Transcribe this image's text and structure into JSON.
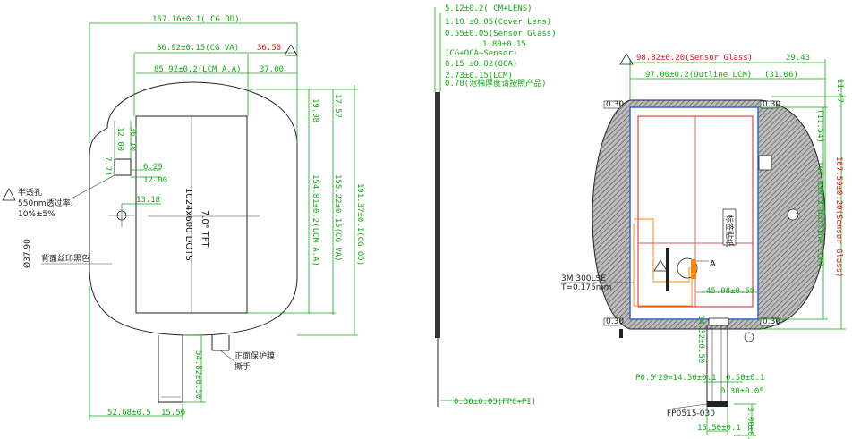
{
  "colors": {
    "dimension": "#11aa11",
    "highlight": "#dd1111",
    "outline": "#222222",
    "hatch": "#888888",
    "blue_frame": "#3366cc",
    "red_frame": "#dd2222",
    "orange_fpc": "#ff8800"
  },
  "front_view": {
    "cg_od_width": "157.16±0.1( CG OD)",
    "cg_va_width": "86.92±0.15(CG VA)",
    "cg_va_offset": "36.50",
    "lcm_aa_width": "85.92±0.2(LCM A.A)",
    "lcm_aa_offset": "37.00",
    "top_offset_1": "19.08",
    "top_offset_2": "17.57",
    "lcm_aa_height": "154.81±0.2(LCM A.A)",
    "cg_va_height": "155.22±0.15(CG VA)",
    "cg_od_height": "191.37±0.1(CG OD)",
    "dim_12_00_v": "12.00",
    "dim_36_10": "36.10",
    "dim_7_71": "7.71",
    "dim_6_29": "6.29",
    "dim_12_00_h": "12.00",
    "dim_13_18": "13.18",
    "hole_note_title": "半透孔",
    "hole_note_wave": "550nm透过率:",
    "hole_note_rate": "10%±5%",
    "panel_name": "7.0\" TFT",
    "panel_res": "1024x600 DOTS",
    "ring_dim": "Ø37.90",
    "back_label": "背面丝印黑色",
    "film_label_1": "正面保护膜",
    "film_label_2": "撕手",
    "fpc_length": "54.82±0.50",
    "fpc_offset": "52.68±0.5",
    "fpc_width": "15.50"
  },
  "side_view": {
    "lens": "5.12±0.2( CM+LENS)",
    "cover": "1.10 ±0.05(Cover Lens)",
    "sensor": "0.55±0.05(Sensor Glass)",
    "total": "1.80±0.15",
    "total_note": "(CG+OCA+Sensor)",
    "oca": "0.15 ±0.02(OCA)",
    "lcm": "2.73±0.15(LCM)",
    "foam": "0.70(泡棉厚度请按照产品)",
    "fpc": "0.30±0.03(FPC+PI)"
  },
  "back_view": {
    "sensor_width": "98.82±0.20(Sensor Glass)",
    "right_offset": "29.43",
    "outline_width": "97.00±0.2(Outline LCM)",
    "outline_right": "(31.06)",
    "top_right": "11.47",
    "top_mid": "(11.54)",
    "outline_height": "163.8±0.2(Outline LCM)",
    "sensor_height": "167.50±0.20(Sensor Glass)",
    "tape_label": "3M 300LSE",
    "tape_thickness": "T=0.175mm",
    "detail_a": "A",
    "conn_offset": "45.08±0.50",
    "fpc_drop": "14.32±0.50",
    "pitch": "P0.5",
    "pin_count": "*29=14.50±0.1",
    "pin_width": "0.50±0.1",
    "pin_thick": "0.30±0.05",
    "conn_part": "FP0515-030",
    "fpc_tail": "15.50±0.1",
    "tail_len": "3.00±0.2",
    "chip_label": "标签贴纸",
    "small_tag_1": "0.30",
    "small_tag_2": "0.30",
    "small_tag_3": "0.30",
    "small_tag_4": "0.30"
  }
}
